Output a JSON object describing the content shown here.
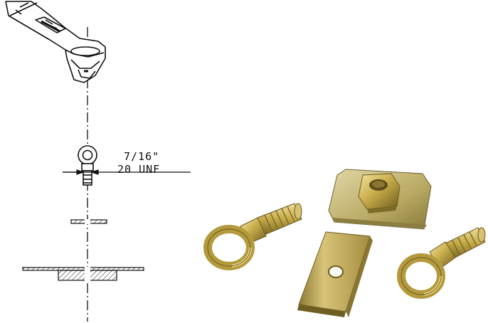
{
  "drawing": {
    "thread_size": "7/16\"",
    "thread_type": "20 UNF"
  },
  "colors": {
    "ink": "#111111",
    "brass_light": "#e9d98a",
    "brass_mid": "#c8ad4a",
    "brass_dark": "#7d6a23",
    "plate_light": "#d9cf98",
    "plate_dark": "#a39250"
  },
  "parts": [
    "belt-latch",
    "eye-bolt",
    "washer",
    "backing-plate",
    "square-nut-plate",
    "flat-plate",
    "eye-bolt-left",
    "eye-bolt-right"
  ]
}
